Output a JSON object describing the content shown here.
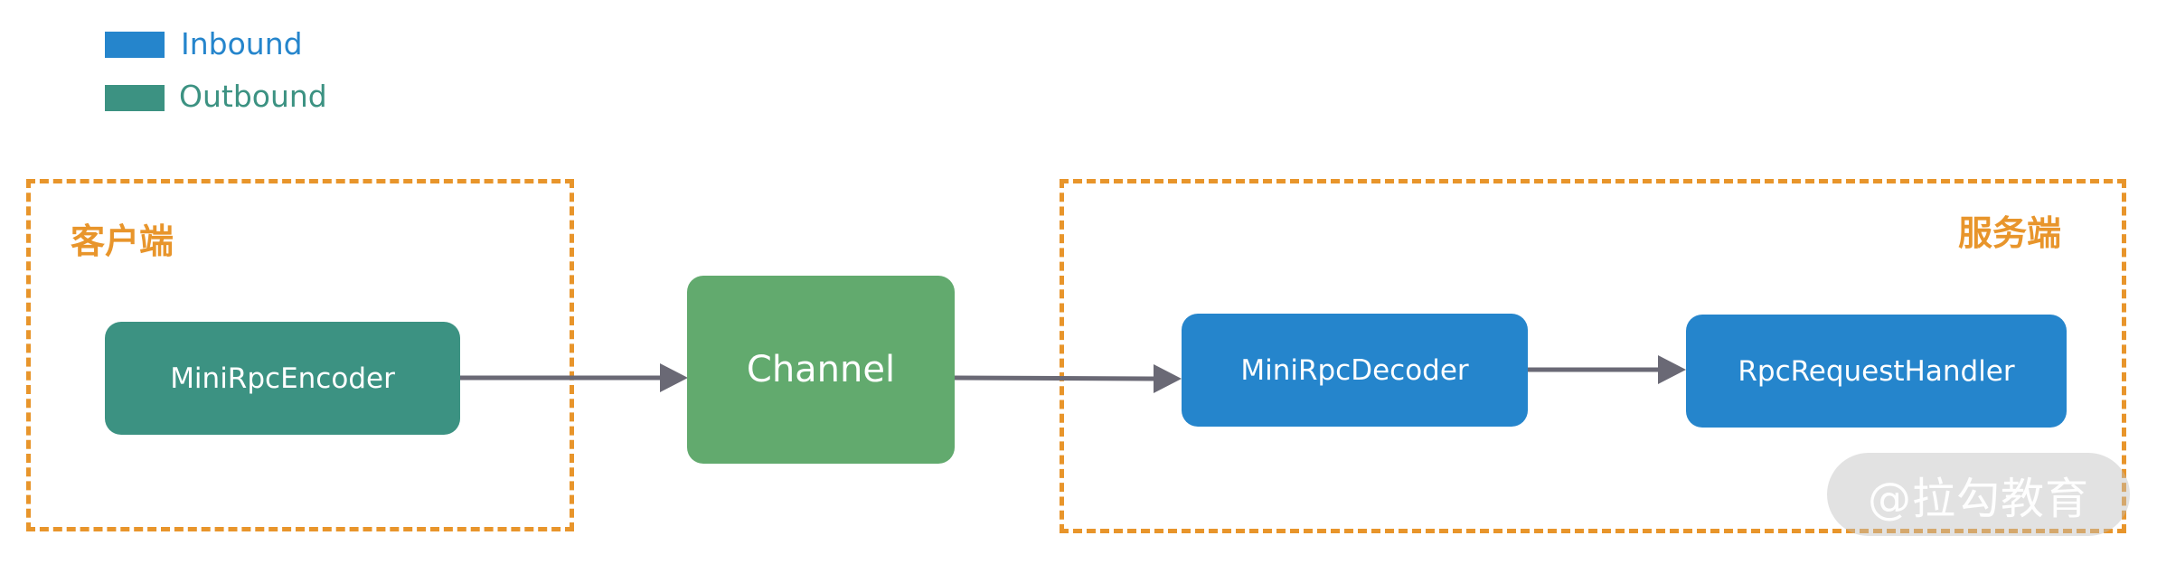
{
  "colors": {
    "inbound": "#2585cc",
    "outbound": "#3c9282",
    "channel": "#62aa6e",
    "group_border": "#e8952b",
    "arrow": "#6a6975"
  },
  "legend": [
    {
      "label": "Inbound",
      "color": "#2585cc"
    },
    {
      "label": "Outbound",
      "color": "#3c9282"
    }
  ],
  "client": {
    "label": "客户端"
  },
  "server": {
    "label": "服务端"
  },
  "nodes": {
    "encoder": {
      "label": "MiniRpcEncoder"
    },
    "channel": {
      "label": "Channel"
    },
    "decoder": {
      "label": "MiniRpcDecoder"
    },
    "handler": {
      "label": "RpcRequestHandler"
    }
  },
  "edges": [
    {
      "from": "MiniRpcEncoder",
      "to": "Channel"
    },
    {
      "from": "Channel",
      "to": "MiniRpcDecoder"
    },
    {
      "from": "MiniRpcDecoder",
      "to": "RpcRequestHandler"
    }
  ],
  "watermark": {
    "text": "@拉勾教育"
  }
}
